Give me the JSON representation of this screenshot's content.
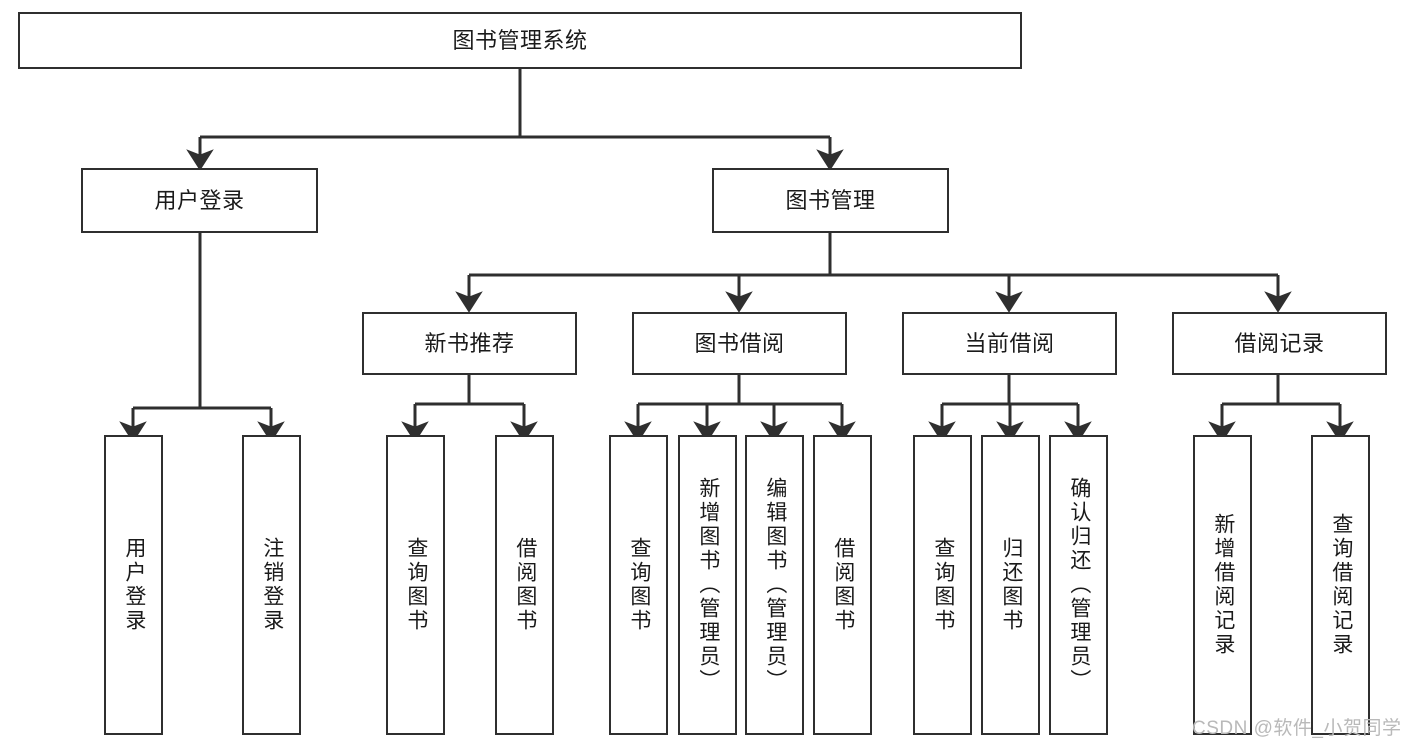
{
  "diagram": {
    "type": "tree-hierarchy-chart",
    "title": "图书管理系统",
    "line_color": "#2f2f2f",
    "box_fill": "#ffffff",
    "text_color": "#1a1a1a",
    "root": {
      "id": "root",
      "label": "图书管理系统"
    },
    "level2": [
      {
        "id": "user-login",
        "label": "用户登录"
      },
      {
        "id": "book-manage",
        "label": "图书管理"
      }
    ],
    "level3": [
      {
        "id": "new-book-rec",
        "label": "新书推荐",
        "parent": "book-manage"
      },
      {
        "id": "book-borrow",
        "label": "图书借阅",
        "parent": "book-manage"
      },
      {
        "id": "current-borrow",
        "label": "当前借阅",
        "parent": "book-manage"
      },
      {
        "id": "borrow-record",
        "label": "借阅记录",
        "parent": "book-manage"
      }
    ],
    "leaves": [
      {
        "id": "leaf-user-login",
        "label": "用户登录",
        "parent": "user-login"
      },
      {
        "id": "leaf-logout",
        "label": "注销登录",
        "parent": "user-login"
      },
      {
        "id": "leaf-query-book-1",
        "label": "查询图书",
        "parent": "new-book-rec"
      },
      {
        "id": "leaf-borrow-book-1",
        "label": "借阅图书",
        "parent": "new-book-rec"
      },
      {
        "id": "leaf-query-book-2",
        "label": "查询图书",
        "parent": "book-borrow"
      },
      {
        "id": "leaf-add-book",
        "label": "新增图书（管理员）",
        "parent": "book-borrow"
      },
      {
        "id": "leaf-edit-book",
        "label": "编辑图书（管理员）",
        "parent": "book-borrow"
      },
      {
        "id": "leaf-borrow-book-2",
        "label": "借阅图书",
        "parent": "book-borrow"
      },
      {
        "id": "leaf-query-book-3",
        "label": "查询图书",
        "parent": "current-borrow"
      },
      {
        "id": "leaf-return-book",
        "label": "归还图书",
        "parent": "current-borrow"
      },
      {
        "id": "leaf-confirm-return",
        "label": "确认归还（管理员）",
        "parent": "current-borrow"
      },
      {
        "id": "leaf-add-record",
        "label": "新增借阅记录",
        "parent": "borrow-record"
      },
      {
        "id": "leaf-query-record",
        "label": "查询借阅记录",
        "parent": "borrow-record"
      }
    ]
  },
  "watermark": {
    "text": "CSDN @软件_小贺同学"
  }
}
